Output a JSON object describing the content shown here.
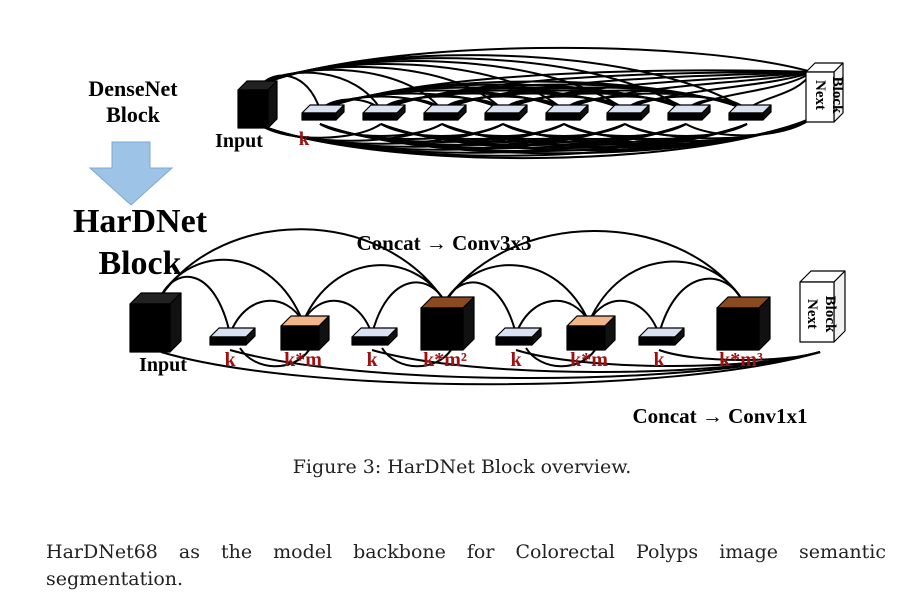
{
  "densenet": {
    "title_line1": "DenseNet",
    "title_line2": "Block",
    "input_label": "Input",
    "layer_label": "k",
    "next_line1": "Next",
    "next_line2": "Block"
  },
  "hardnet": {
    "title_line1": "HarDNet",
    "title_line2": "Block",
    "input_label": "Input",
    "concat3_label": "Concat → Conv3x3",
    "concat1_label": "Concat → Conv1x1",
    "layer_labels": [
      "k",
      "k*m",
      "k",
      "k*m²",
      "k",
      "k*m",
      "k",
      "k*m³"
    ],
    "next_line1": "Next",
    "next_line2": "Block"
  },
  "colors": {
    "label_red": "#a01010",
    "thin_layer": "#d8e2f0",
    "orange_layer": "#f2b58a",
    "dark_orange_layer": "#8a4a1f",
    "arrow_blue": "#9dc3e6"
  },
  "caption": "Figure 3: HarDNet Block overview.",
  "body_text": "HarDNet68 as the model backbone for Colorectal Polyps image semantic segmentation."
}
